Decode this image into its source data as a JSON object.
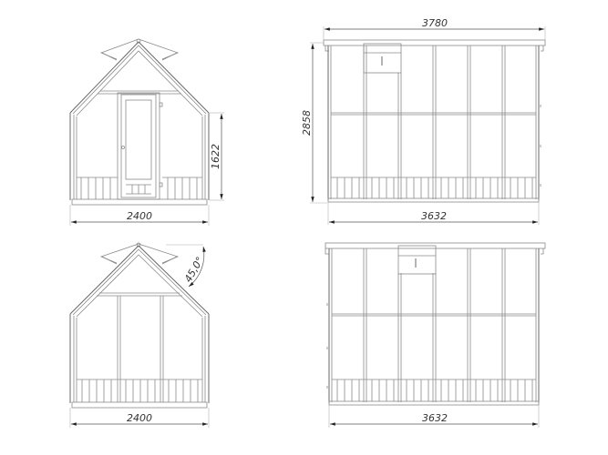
{
  "drawing": {
    "title": "Greenhouse elevation drawings",
    "colors": {
      "line": "#8a8a8a",
      "dimension": "#555555",
      "text": "#333333",
      "background": "#ffffff"
    },
    "views": [
      {
        "id": "front-elevation-with-door",
        "width_label": "2400",
        "wall_height_label": "1622"
      },
      {
        "id": "side-elevation-with-roof-vent-left",
        "overall_width_label": "3780",
        "height_label": "2858",
        "base_width_label": "3632"
      },
      {
        "id": "rear-elevation",
        "width_label": "2400",
        "roof_angle_label": "45,0°"
      },
      {
        "id": "side-elevation-with-roof-vent-center",
        "base_width_label": "3632"
      }
    ]
  }
}
